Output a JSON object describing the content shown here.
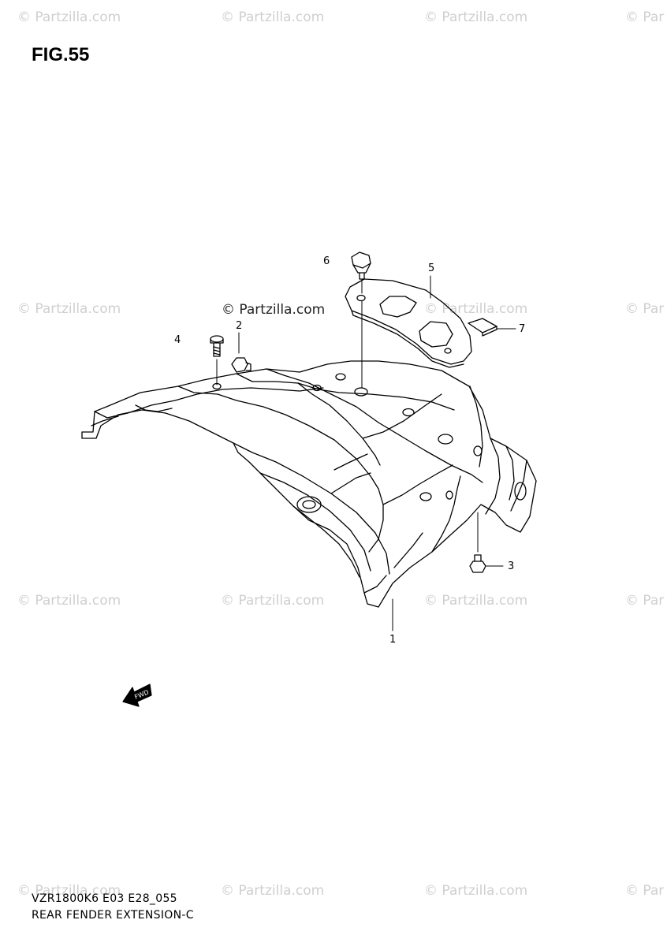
{
  "figure": {
    "title": "FIG.55"
  },
  "watermark": {
    "text": "© Partzilla.com",
    "edge_text": "© Par",
    "center_text": "© Partzilla.com"
  },
  "callouts": [
    {
      "id": "1",
      "label": "1"
    },
    {
      "id": "2",
      "label": "2"
    },
    {
      "id": "3",
      "label": "3"
    },
    {
      "id": "4",
      "label": "4"
    },
    {
      "id": "5",
      "label": "5"
    },
    {
      "id": "6",
      "label": "6"
    },
    {
      "id": "7",
      "label": "7"
    }
  ],
  "arrow_icon": {
    "text": "FWD"
  },
  "footer": {
    "model_code": "VZR1800K6 E03 E28_055",
    "section_name": "REAR FENDER EXTENSION-C"
  }
}
